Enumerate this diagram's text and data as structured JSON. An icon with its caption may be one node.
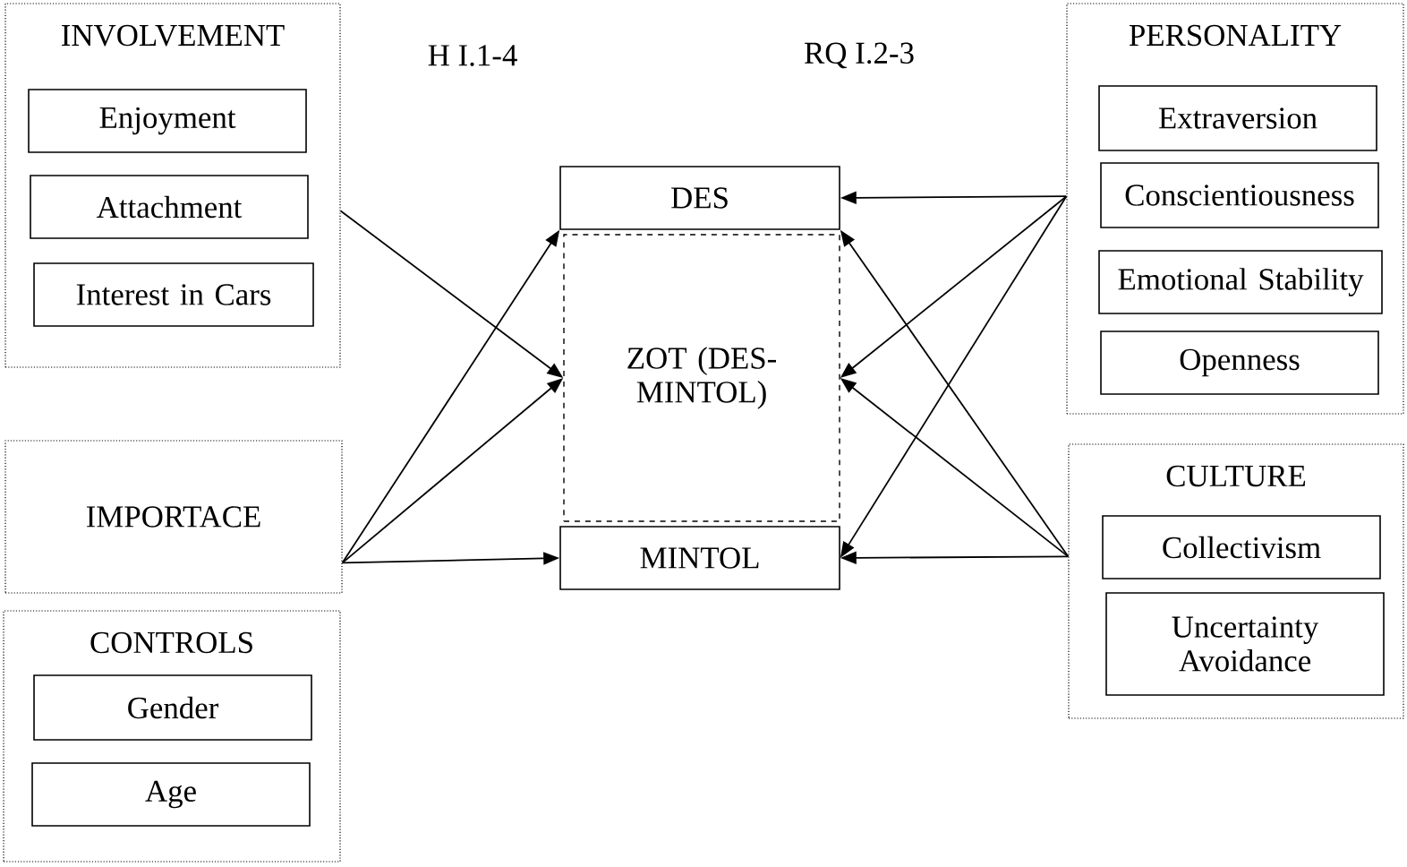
{
  "diagram": {
    "nodes": [
      {
        "text": [
          "INVOLVEMENT"
        ]
      },
      {
        "text": [
          "Enjoyment"
        ],
        "in": 0
      },
      {
        "text": [
          "Attachment"
        ],
        "in": 0
      },
      {
        "text": [
          "Interest in Cars"
        ],
        "in": 0
      },
      {
        "text": [
          "DES"
        ]
      },
      {
        "text": [
          "ZOT (DES-MINTOL)"
        ]
      },
      {
        "text": [
          "MINTOL"
        ]
      },
      {
        "text": [
          "PERSONALITY"
        ]
      },
      {
        "text": [
          "Extraversion"
        ],
        "in": 7
      },
      {
        "text": [
          "Conscientiousness"
        ],
        "in": 7
      },
      {
        "text": [
          "Emotional Stability"
        ],
        "in": 7
      },
      {
        "text": [
          "Openness"
        ],
        "in": 7
      },
      {
        "text": [
          "IMPORTACE"
        ]
      },
      {
        "text": [
          "CULTURE"
        ]
      },
      {
        "text": [
          "Collectivism"
        ],
        "in": 13
      },
      {
        "text": [
          "Uncertainty Avoidance"
        ],
        "in": 13
      },
      {
        "text": [
          "CONTROLS"
        ]
      },
      {
        "text": [
          "Gender"
        ],
        "in": 16
      },
      {
        "text": [
          "Age"
        ],
        "in": 16
      }
    ],
    "edges": [
      {
        "from": 0,
        "to": 5,
        "arrow": "to"
      },
      {
        "from": 12,
        "to": 4,
        "arrow": "to"
      },
      {
        "from": 12,
        "to": 5,
        "arrow": "to"
      },
      {
        "from": 12,
        "to": 6,
        "arrow": "to"
      },
      {
        "from": 7,
        "to": 4,
        "arrow": "to"
      },
      {
        "from": 7,
        "to": 5,
        "arrow": "to"
      },
      {
        "from": 7,
        "to": 6,
        "arrow": "to"
      },
      {
        "from": 13,
        "to": 4,
        "arrow": "to"
      },
      {
        "from": 13,
        "to": 5,
        "arrow": "to"
      },
      {
        "from": 13,
        "to": 6,
        "arrow": "to"
      }
    ],
    "labels": [
      "H I.1-4",
      "RQ I.2-3"
    ]
  }
}
